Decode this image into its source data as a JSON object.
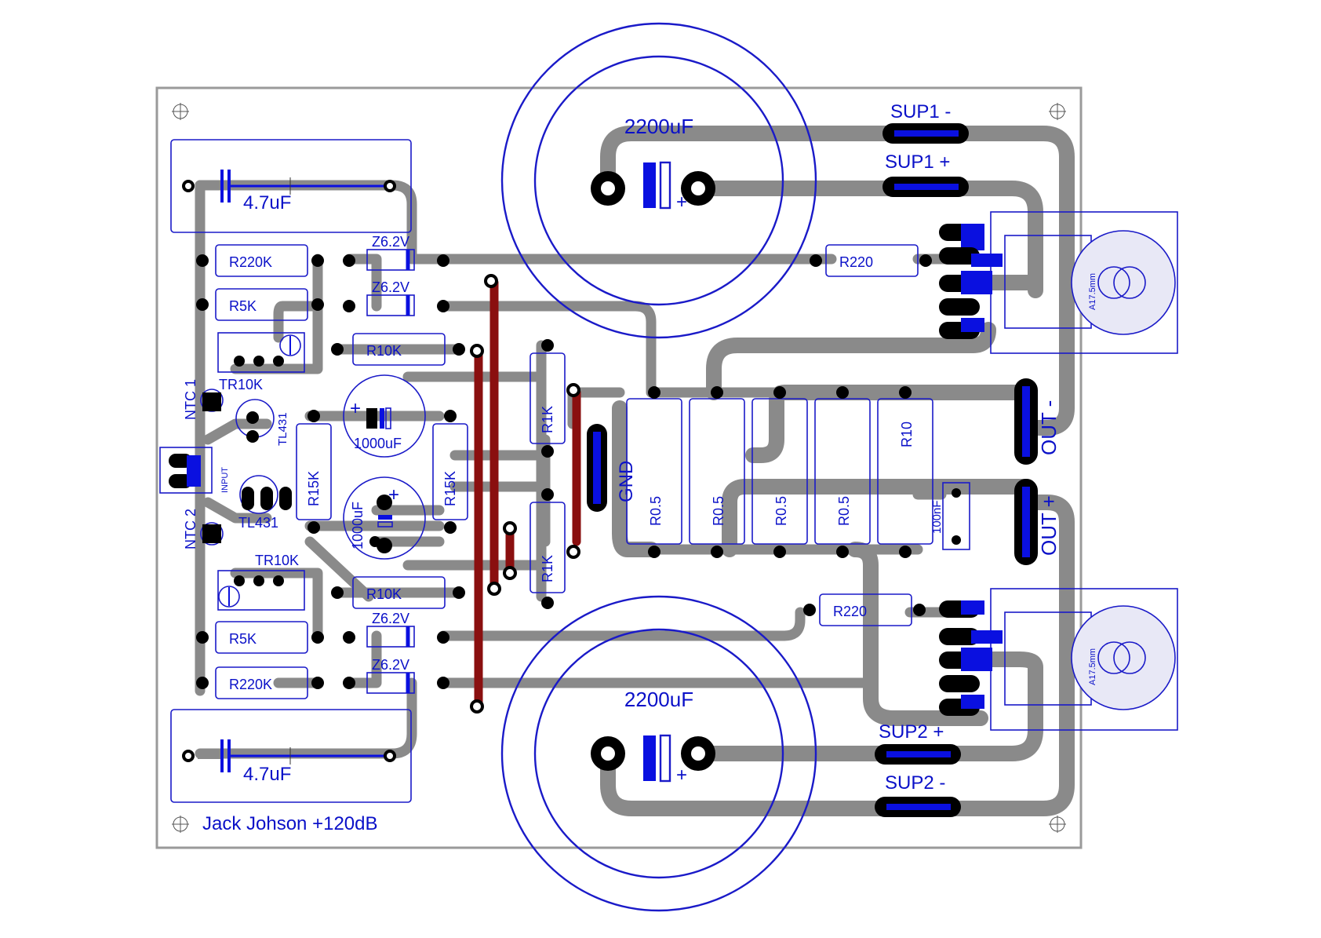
{
  "board": {
    "title": "Jack Johson +120dB"
  },
  "components": {
    "cap_top_4u7": "4.7uF",
    "cap_bot_4u7": "4.7uF",
    "r220k_top": "R220K",
    "r5k_top": "R5K",
    "r10k_top": "R10K",
    "tr10k_top": "TR10K",
    "tl431_top": "TL431",
    "ntc1": "NTC 1",
    "ntc2": "NTC 2",
    "input": "INPUT",
    "tl431_bot": "TL431",
    "tr10k_bot": "TR10K",
    "r10k_bot": "R10K",
    "r5k_bot": "R5K",
    "r220k_bot": "R220K",
    "z1": "Z6.2V",
    "z2": "Z6.2V",
    "z3": "Z6.2V",
    "z4": "Z6.2V",
    "r15k_left": "R15K",
    "r15k_right": "R15K",
    "c1000_top": "1000uF",
    "c1000_bot": "1000uF",
    "r1k_top": "R1K",
    "r1k_bot": "R1K",
    "gnd": "GND",
    "r05_1": "R0.5",
    "r05_2": "R0.5",
    "r05_3": "R0.5",
    "r05_4": "R0.5",
    "r10": "R10",
    "c100n": "100nF",
    "r220_top": "R220",
    "r220_bot": "R220",
    "c2200_top": "2200uF",
    "c2200_bot": "2200uF",
    "sup1_minus": "SUP1 -",
    "sup1_plus": "SUP1 +",
    "sup2_plus": "SUP2 +",
    "sup2_minus": "SUP2 -",
    "out_minus": "OUT -",
    "out_plus": "OUT +",
    "heatsink_top": "A17.5mm",
    "heatsink_bot": "A17.5mm",
    "plus": "+"
  },
  "colors": {
    "trace": "#8a8a8a",
    "silkscreen": "#1a1ac8",
    "jumper": "#8a0f0f",
    "pad": "#000000"
  }
}
